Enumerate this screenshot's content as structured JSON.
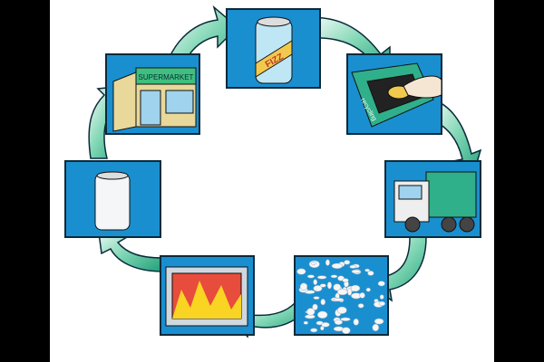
{
  "diagram": {
    "stages": [
      {
        "id": "supermarket",
        "sign": "SUPERMARKET"
      },
      {
        "id": "drink-can",
        "label": "FIZZ"
      },
      {
        "id": "recycling-bin",
        "label": "recycling"
      },
      {
        "id": "recycling-truck"
      },
      {
        "id": "shredded-aluminium"
      },
      {
        "id": "furnace"
      },
      {
        "id": "new-can"
      }
    ],
    "colors": {
      "panel": "#1a8fd0",
      "arrow": "#2fb08a",
      "frame": "#0b2a3a"
    }
  }
}
